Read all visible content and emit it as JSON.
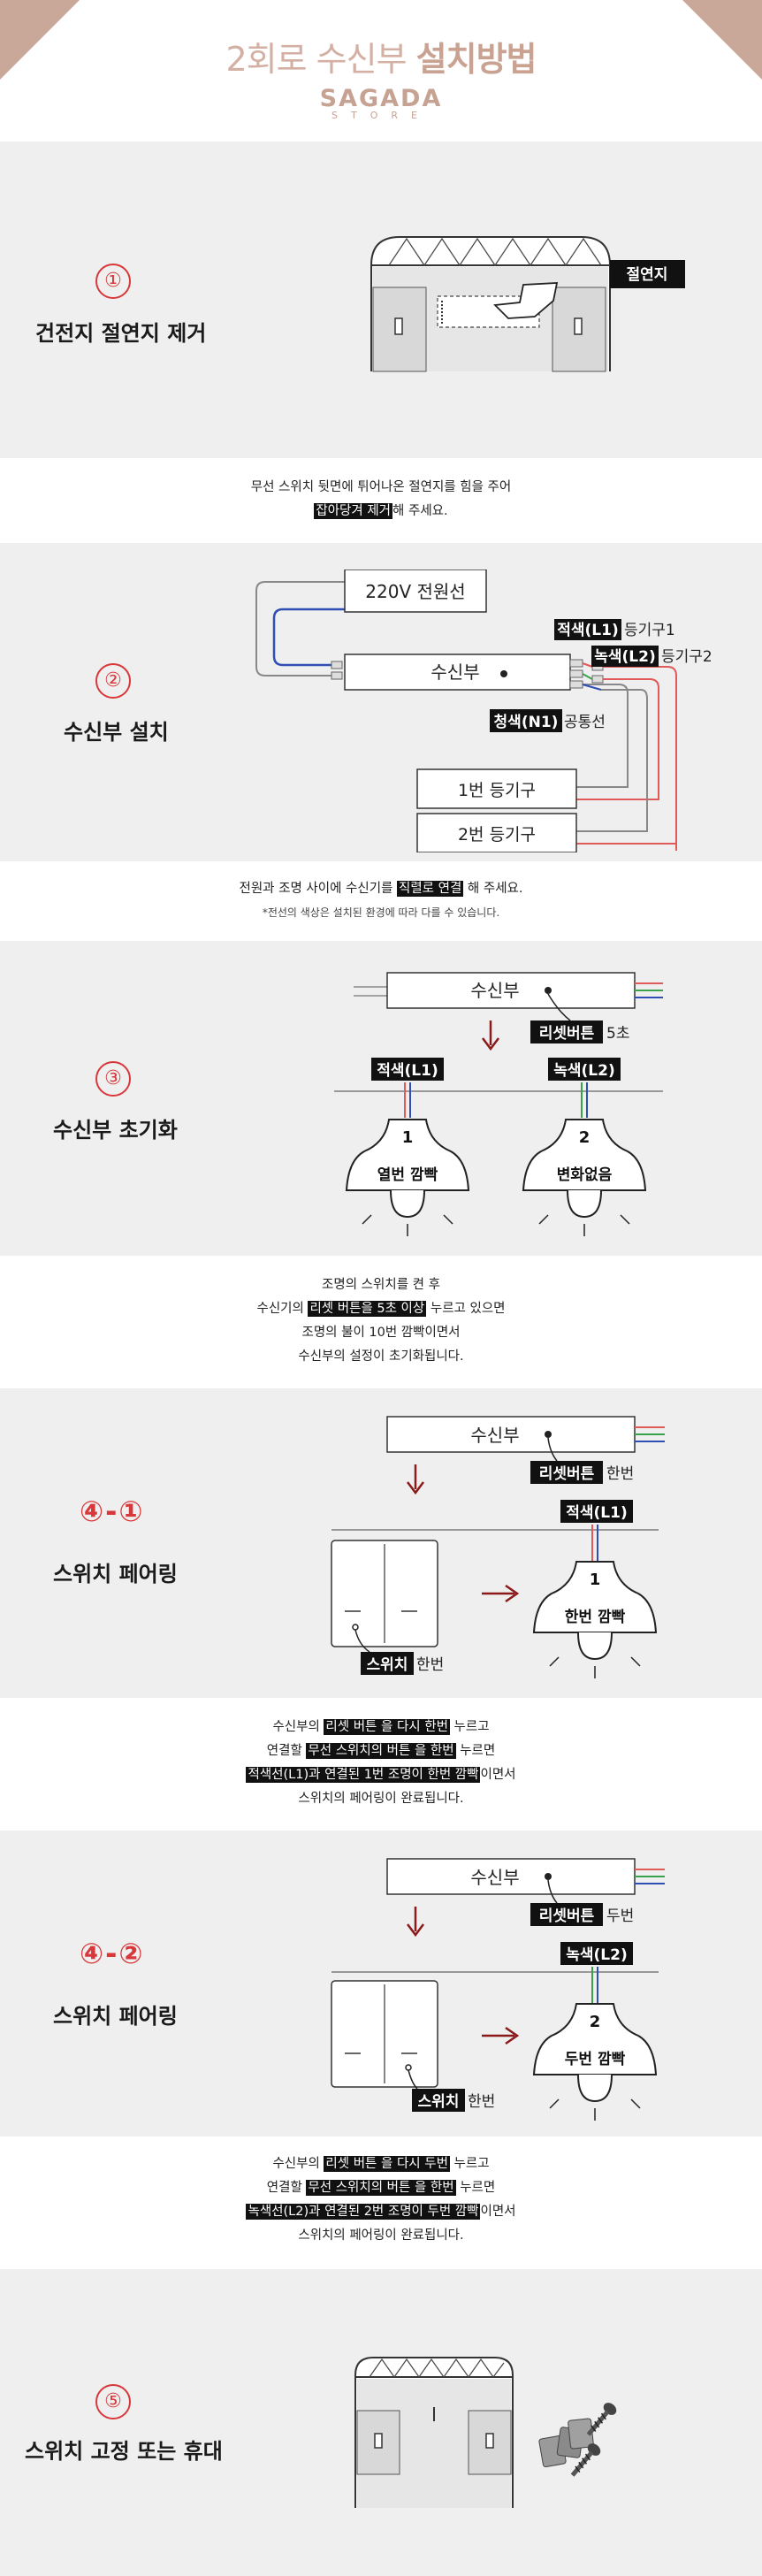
{
  "header": {
    "title_light": "2회로 수신부",
    "title_bold": "설치방법",
    "brand": "SAGADA",
    "brand_sub": "STORE"
  },
  "colors": {
    "accent_red": "#d9383a",
    "brand_beige": "#c9a89a",
    "section_bg": "#efefef",
    "wire_red": "#e05a5a",
    "wire_blue": "#2f4fb5",
    "wire_green": "#3aa24a",
    "arrow": "#8b1a1a"
  },
  "sections": [
    {
      "number": "①",
      "title": "건전지 절연지 제거",
      "labels": {
        "tab": "절연지"
      },
      "caption": {
        "line1": "무선 스위치 뒷면에 튀어나온 절연지를 힘을 주어",
        "line2_hl": "잡아당겨 제거",
        "line2_rest": "해 주세요."
      }
    },
    {
      "number": "②",
      "title": "수신부 설치",
      "labels": {
        "power": "220V 전원선",
        "receiver": "수신부",
        "l1_hl": "적색(L1)",
        "l1_rest": "등기구1",
        "l2_hl": "녹색(L2)",
        "l2_rest": "등기구2",
        "n1_hl": "청색(N1)",
        "n1_rest": "공통선",
        "lamp1": "1번 등기구",
        "lamp2": "2번 등기구"
      },
      "caption": {
        "line1_pre": "전원과 조명 사이에 수신기를",
        "line1_hl": "직렬로 연결",
        "line1_post": "해 주세요.",
        "note": "*전선의 색상은 설치된 환경에 따라 다를 수 있습니다."
      }
    },
    {
      "number": "③",
      "title": "수신부 초기화",
      "labels": {
        "receiver": "수신부",
        "reset_hl": "리셋버튼",
        "reset_rest": "5초",
        "l1": "적색(L1)",
        "l2": "녹색(L2)",
        "lamp1_num": "1",
        "lamp2_num": "2",
        "lamp1_state": "열번 깜빡",
        "lamp2_state": "변화없음"
      },
      "caption": {
        "line1": "조명의 스위치를 켠 후",
        "line2_pre": "수신기의",
        "line2_hl": "리셋 버튼을 5초 이상",
        "line2_post": "누르고 있으면",
        "line3": "조명의 불이 10번 깜빡이면서",
        "line4": "수신부의 설정이 초기화됩니다."
      }
    },
    {
      "number": "④-①",
      "title": "스위치 페어링",
      "labels": {
        "receiver": "수신부",
        "reset_hl": "리셋버튼",
        "reset_rest": "한번",
        "l1": "적색(L1)",
        "lamp_num": "1",
        "lamp_state": "한번 깜빡",
        "switch_hl": "스위치",
        "switch_rest": "한번"
      },
      "caption": {
        "line1_pre": "수신부의",
        "line1_hl": "리셋 버튼 을 다시 한번",
        "line1_post": "누르고",
        "line2_pre": "연결할",
        "line2_hl": "무선 스위치의 버튼 을 한번",
        "line2_post": "누르면",
        "line3_hl": "적색선(L1)과 연결된 1번 조명이 한번 깜빡",
        "line3_post": "이면서",
        "line4": "스위치의 페어링이 완료됩니다."
      }
    },
    {
      "number": "④-②",
      "title": "스위치 페어링",
      "labels": {
        "receiver": "수신부",
        "reset_hl": "리셋버튼",
        "reset_rest": "두번",
        "l2": "녹색(L2)",
        "lamp_num": "2",
        "lamp_state": "두번 깜빡",
        "switch_hl": "스위치",
        "switch_rest": "한번"
      },
      "caption": {
        "line1_pre": "수신부의",
        "line1_hl": "리셋 버튼 을 다시 두번",
        "line1_post": "누르고",
        "line2_pre": "연결할",
        "line2_hl": "무선 스위치의 버튼 을 한번",
        "line2_post": "누르면",
        "line3_hl": "녹색선(L2)과 연결된 2번 조명이 두번 깜빡",
        "line3_post": "이면서",
        "line4": "스위치의 페어링이 완료됩니다."
      }
    },
    {
      "number": "⑤",
      "title": "스위치 고정 또는 휴대"
    }
  ]
}
